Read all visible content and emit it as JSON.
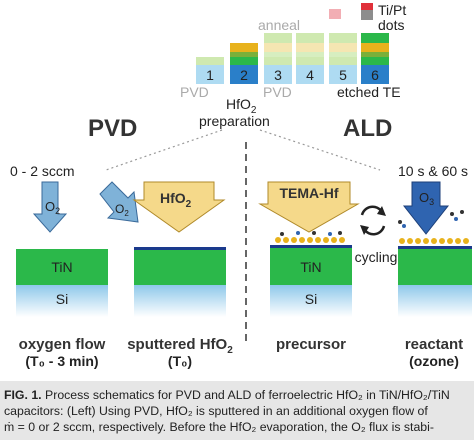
{
  "figure": {
    "process_steps": [
      "1",
      "2",
      "3",
      "4",
      "5",
      "6"
    ],
    "top_labels": {
      "anneal": "anneal",
      "ti_pt": "Ti/Pt",
      "dots": "dots",
      "pvd_left": "PVD",
      "pvd_right": "PVD",
      "etched_te": "etched TE",
      "hfo2_prefix": "HfO",
      "hfo2_sub": "2",
      "preparation": "preparation"
    },
    "pvd_title": "PVD",
    "ald_title": "ALD",
    "pvd_panels": {
      "flow_rate": "0 - 2 sccm",
      "o2_main": "O",
      "o2_sub": "2",
      "hfo2_main": "HfO",
      "hfo2_sub": "2",
      "tin": "TiN",
      "si": "Si",
      "label1": "oxygen flow",
      "label1_sub": "(T₀ - 3 min)",
      "label2_main": "sputtered HfO",
      "label2_sub": "2",
      "label2_paren": "(T₀)"
    },
    "ald_panels": {
      "precursor_box": "TEMA-Hf",
      "cycling": "cycling",
      "times": "10 s & 60 s",
      "o3_main": "O",
      "o3_sub": "3",
      "tin": "TiN",
      "si": "Si",
      "label3": "precursor",
      "label4": "reactant",
      "label4_sub": "(ozone)"
    },
    "colors": {
      "tin": "#2bb84a",
      "si_top": "#8ec8ea",
      "hfo2": "#1a3a8c",
      "arrow_blue": "#7fb2d8",
      "arrow_yellow": "#f5d98a",
      "o3_blue": "#2f64b0"
    }
  },
  "caption": {
    "label": "FIG. 1.",
    "line1": "Process schematics for PVD and ALD of ferroelectric HfO₂ in TiN/HfO₂/TiN",
    "line2": "capacitors: (Left) Using PVD, HfO₂ is sputtered in an additional oxygen flow of",
    "line3": "ṁ = 0 or 2 sccm, respectively. Before the HfO₂ evaporation, the O₂ flux is stabi-"
  }
}
